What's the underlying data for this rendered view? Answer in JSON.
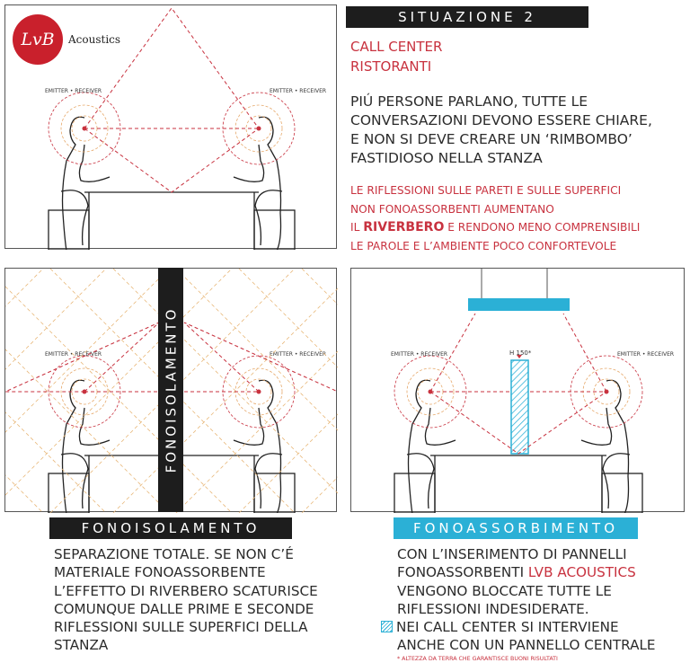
{
  "logo": {
    "mark": "LvB",
    "word": "Acoustics"
  },
  "header": {
    "title": "SITUAZIONE 2"
  },
  "categories": [
    "CALL CENTER",
    "RISTORANTI"
  ],
  "intro": [
    "PIÚ PERSONE PARLANO, TUTTE LE",
    "CONVERSAZIONI DEVONO ESSERE CHIARE,",
    "E NON SI DEVE CREARE UN ‘RIMBOMBO’",
    "FASTIDIOSO NELLA STANZA"
  ],
  "warning": {
    "line1": "LE RIFLESSIONI SULLE PARETI E SULLE SUPERFICI",
    "line2": "NON FONOASSORBENTI AUMENTANO",
    "line3_pre": "IL ",
    "line3_bold": "RIVERBERO",
    "line3_post": " E RENDONO MENO COMPRENSIBILI",
    "line4": "LE PAROLE E L’AMBIENTE POCO CONFORTEVOLE"
  },
  "diagram": {
    "emitter_label": "EMITTER • RECEIVER",
    "wall_label": "FONOISOLAMENTO",
    "panel_height_label": "H 150*"
  },
  "left_section": {
    "title": "FONOISOLAMENTO",
    "lines": [
      "SEPARAZIONE TOTALE. SE NON C’É",
      "MATERIALE FONOASSORBENTE",
      "L’EFFETTO DI RIVERBERO SCATURISCE",
      "COMUNQUE DALLE PRIME E SECONDE",
      "RIFLESSIONI SULLE SUPERFICI DELLA",
      "STANZA"
    ]
  },
  "right_section": {
    "title": "FONOASSORBIMENTO",
    "line1": "CON L’INSERIMENTO DI PANNELLI",
    "line2_pre": "FONOASSORBENTI ",
    "line2_brand": "LvB ACOUSTICS",
    "line3": "VENGONO BLOCCATE TUTTE LE",
    "line4": "RIFLESSIONI INDESIDERATE.",
    "line5": "NEI CALL CENTER SI INTERVIENE",
    "line6": "ANCHE CON UN PANNELLO CENTRALE",
    "footnote": "* ALTEZZA DA TERRA CHE GARANTISCE BUONI RISULTATI"
  },
  "colors": {
    "red": "#c8323f",
    "blue": "#2bb0d6",
    "black": "#1d1d1d"
  }
}
